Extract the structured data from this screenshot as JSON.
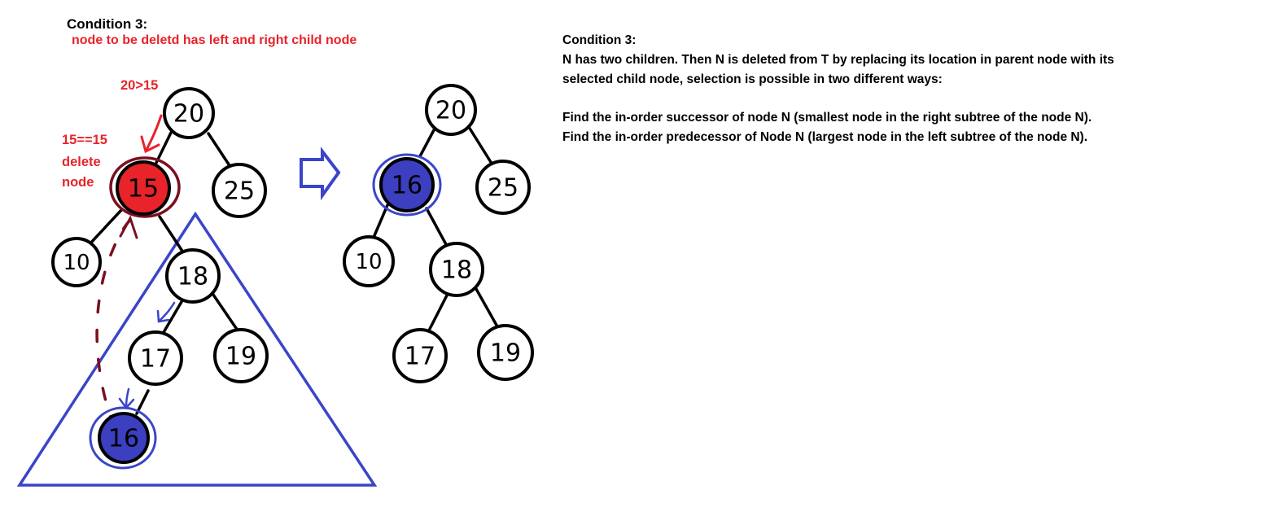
{
  "left_diagram": {
    "title": "Condition 3:",
    "subtitle": "node to be deletd has left and right child node",
    "annotations": {
      "compare_root": "20>15",
      "compare_match": "15==15",
      "delete_line1": "delete",
      "delete_line2": "node"
    },
    "nodes": {
      "root": "20",
      "deleted": "15",
      "right": "25",
      "left_leaf": "10",
      "sub_root": "18",
      "sub_left": "17",
      "sub_right": "19",
      "successor": "16"
    }
  },
  "right_diagram": {
    "nodes": {
      "root": "20",
      "replaced": "16",
      "right": "25",
      "left_leaf": "10",
      "sub_root": "18",
      "sub_left": "17",
      "sub_right": "19"
    }
  },
  "description": {
    "heading": "Condition 3:",
    "line1": "N has two children. Then N is deleted from T by replacing its location in parent node with its",
    "line2": "selected child node, selection is possible in two different ways:",
    "line3": "Find the in-order successor of node N (smallest node in the right subtree of the node N).",
    "line4": "Find the in-order predecessor of Node N (largest node in the left subtree of the node N)."
  },
  "colors": {
    "highlight_red": "#e8232a",
    "dark_red": "#7a1020",
    "blue": "#3a45c8",
    "node_blue_fill": "#3c3fc0"
  }
}
